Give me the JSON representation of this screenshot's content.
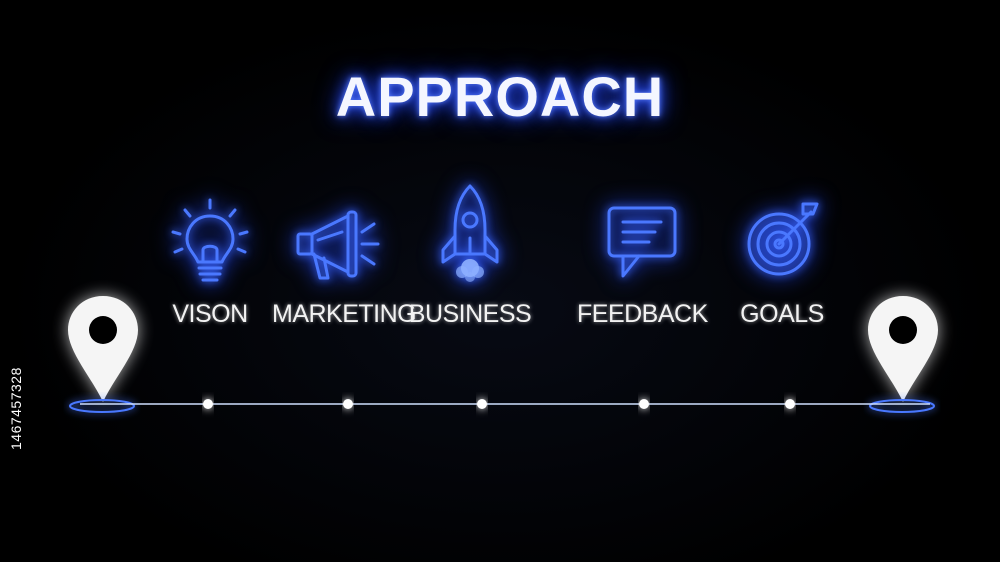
{
  "title": "APPROACH",
  "steps": [
    {
      "label": "VISON",
      "icon": "lightbulb-icon"
    },
    {
      "label": "MARKETING",
      "icon": "megaphone-icon"
    },
    {
      "label": "BUSINESS",
      "icon": "rocket-icon"
    },
    {
      "label": "FEEDBACK",
      "icon": "chat-bubble-icon"
    },
    {
      "label": "GOALS",
      "icon": "target-icon"
    }
  ],
  "timeline": {
    "start_icon": "location-pin-icon",
    "end_icon": "location-pin-icon",
    "milestones": 5
  },
  "side_text": "1467457328",
  "colors": {
    "background": "#000000",
    "glow": "#2f56ff",
    "text": "#f2f2f2"
  }
}
